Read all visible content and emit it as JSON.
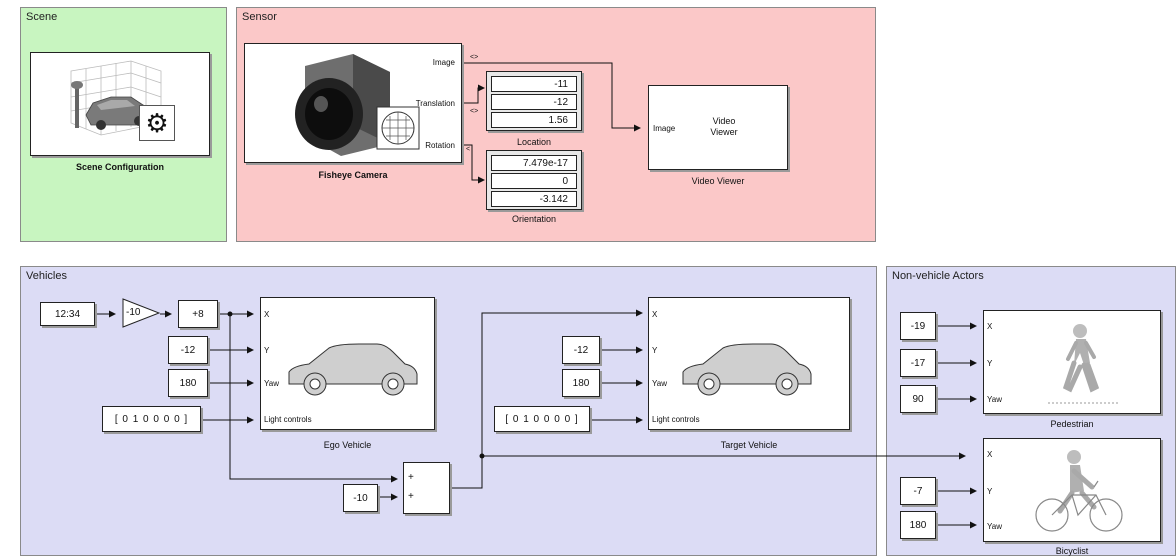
{
  "areas": {
    "scene": {
      "title": "Scene",
      "color": "#c8f5c0"
    },
    "sensor": {
      "title": "Sensor",
      "color": "#fbc8c8"
    },
    "vehicles": {
      "title": "Vehicles",
      "color": "#dcdcf5"
    },
    "nonvehicle": {
      "title": "Non-vehicle Actors",
      "color": "#dcdcf5"
    }
  },
  "scene_config": {
    "label": "Scene Configuration",
    "icon": "gear-icon"
  },
  "camera": {
    "label": "Fisheye Camera",
    "ports": {
      "image": "Image",
      "translation": "Translation",
      "rotation": "Rotation"
    },
    "port_marks": {
      "image": "<>",
      "translation": "<>",
      "rotation": "<"
    }
  },
  "location": {
    "label": "Location",
    "values": [
      "-11",
      "-12",
      "1.56"
    ]
  },
  "orientation": {
    "label": "Orientation",
    "values": [
      "7.479e-17",
      "0",
      "-3.142"
    ]
  },
  "video_viewer": {
    "label": "Video Viewer",
    "port": "Image",
    "line1": "Video",
    "line2": "Viewer"
  },
  "ego_chain": {
    "clock": "12:34",
    "gain": "-10",
    "sum": "+8"
  },
  "ego_vehicle": {
    "label": "Ego Vehicle",
    "ports": [
      "X",
      "Y",
      "Yaw",
      "Light controls"
    ],
    "y": "-12",
    "yaw": "180",
    "lights": "[ 0 1 0 0 0 0 ]"
  },
  "target_vehicle": {
    "label": "Target Vehicle",
    "ports": [
      "X",
      "Y",
      "Yaw",
      "Light controls"
    ],
    "y": "-12",
    "yaw": "180",
    "lights": "[ 0 1 0 0 0 0 ]"
  },
  "add_block": {
    "const": "-10",
    "port1": "+",
    "port2": "+"
  },
  "pedestrian": {
    "label": "Pedestrian",
    "ports": [
      "X",
      "Y",
      "Yaw"
    ],
    "x": "-19",
    "y": "-17",
    "yaw": "90"
  },
  "bicyclist": {
    "label": "Bicyclist",
    "ports": [
      "X",
      "Y",
      "Yaw"
    ],
    "y": "-7",
    "yaw": "180"
  }
}
